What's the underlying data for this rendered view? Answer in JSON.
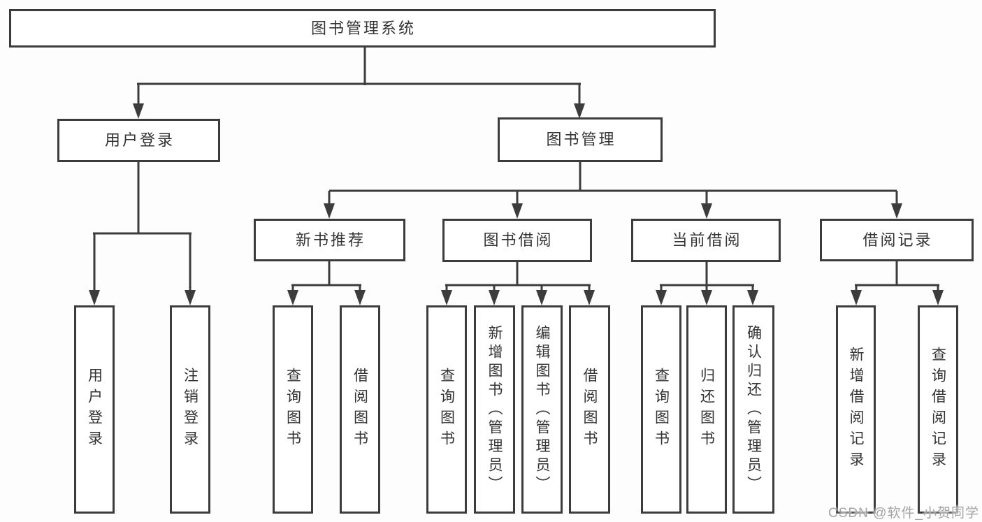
{
  "watermark": "CSDN @软件_小贺同学",
  "colors": {
    "line": "#3c3c3c",
    "text": "#333333",
    "bg": "#fdfdfd",
    "watermark": "#a3a3a3"
  },
  "tree": {
    "label": "图书管理系统",
    "children": [
      {
        "label": "用户登录",
        "children": [
          {
            "label": "用户登录"
          },
          {
            "label": "注销登录"
          }
        ]
      },
      {
        "label": "图书管理",
        "children": [
          {
            "label": "新书推荐",
            "children": [
              {
                "label": "查询图书"
              },
              {
                "label": "借阅图书"
              }
            ]
          },
          {
            "label": "图书借阅",
            "children": [
              {
                "label": "查询图书"
              },
              {
                "label": "新增图书（管理员）"
              },
              {
                "label": "编辑图书（管理员）"
              },
              {
                "label": "借阅图书"
              }
            ]
          },
          {
            "label": "当前借阅",
            "children": [
              {
                "label": "查询图书"
              },
              {
                "label": "归还图书"
              },
              {
                "label": "确认归还（管理员）"
              }
            ]
          },
          {
            "label": "借阅记录",
            "children": [
              {
                "label": "新增借阅记录"
              },
              {
                "label": "查询借阅记录"
              }
            ]
          }
        ]
      }
    ]
  }
}
